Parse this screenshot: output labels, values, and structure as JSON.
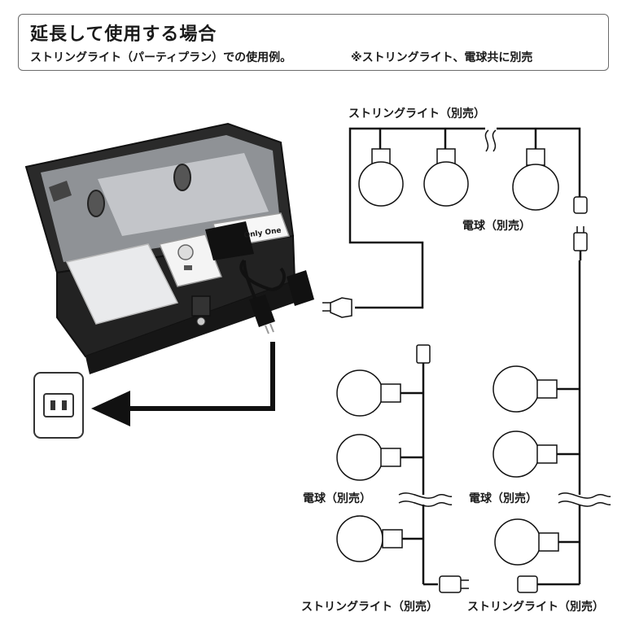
{
  "header": {
    "title": "延長して使用する場合",
    "subtitle": "ストリングライト（パーティプラン）での使用例。",
    "note": "※ストリングライト、電球共に別売"
  },
  "labels": {
    "string_light_top": "ストリングライト（別売）",
    "bulb_top": "電球（別売）",
    "bulb_left": "電球（別売）",
    "bulb_right": "電球（別売）",
    "string_light_bottom_left": "ストリングライト（別売）",
    "string_light_bottom_right": "ストリングライト（別売）"
  },
  "product": {
    "brand_text": "Only One"
  }
}
